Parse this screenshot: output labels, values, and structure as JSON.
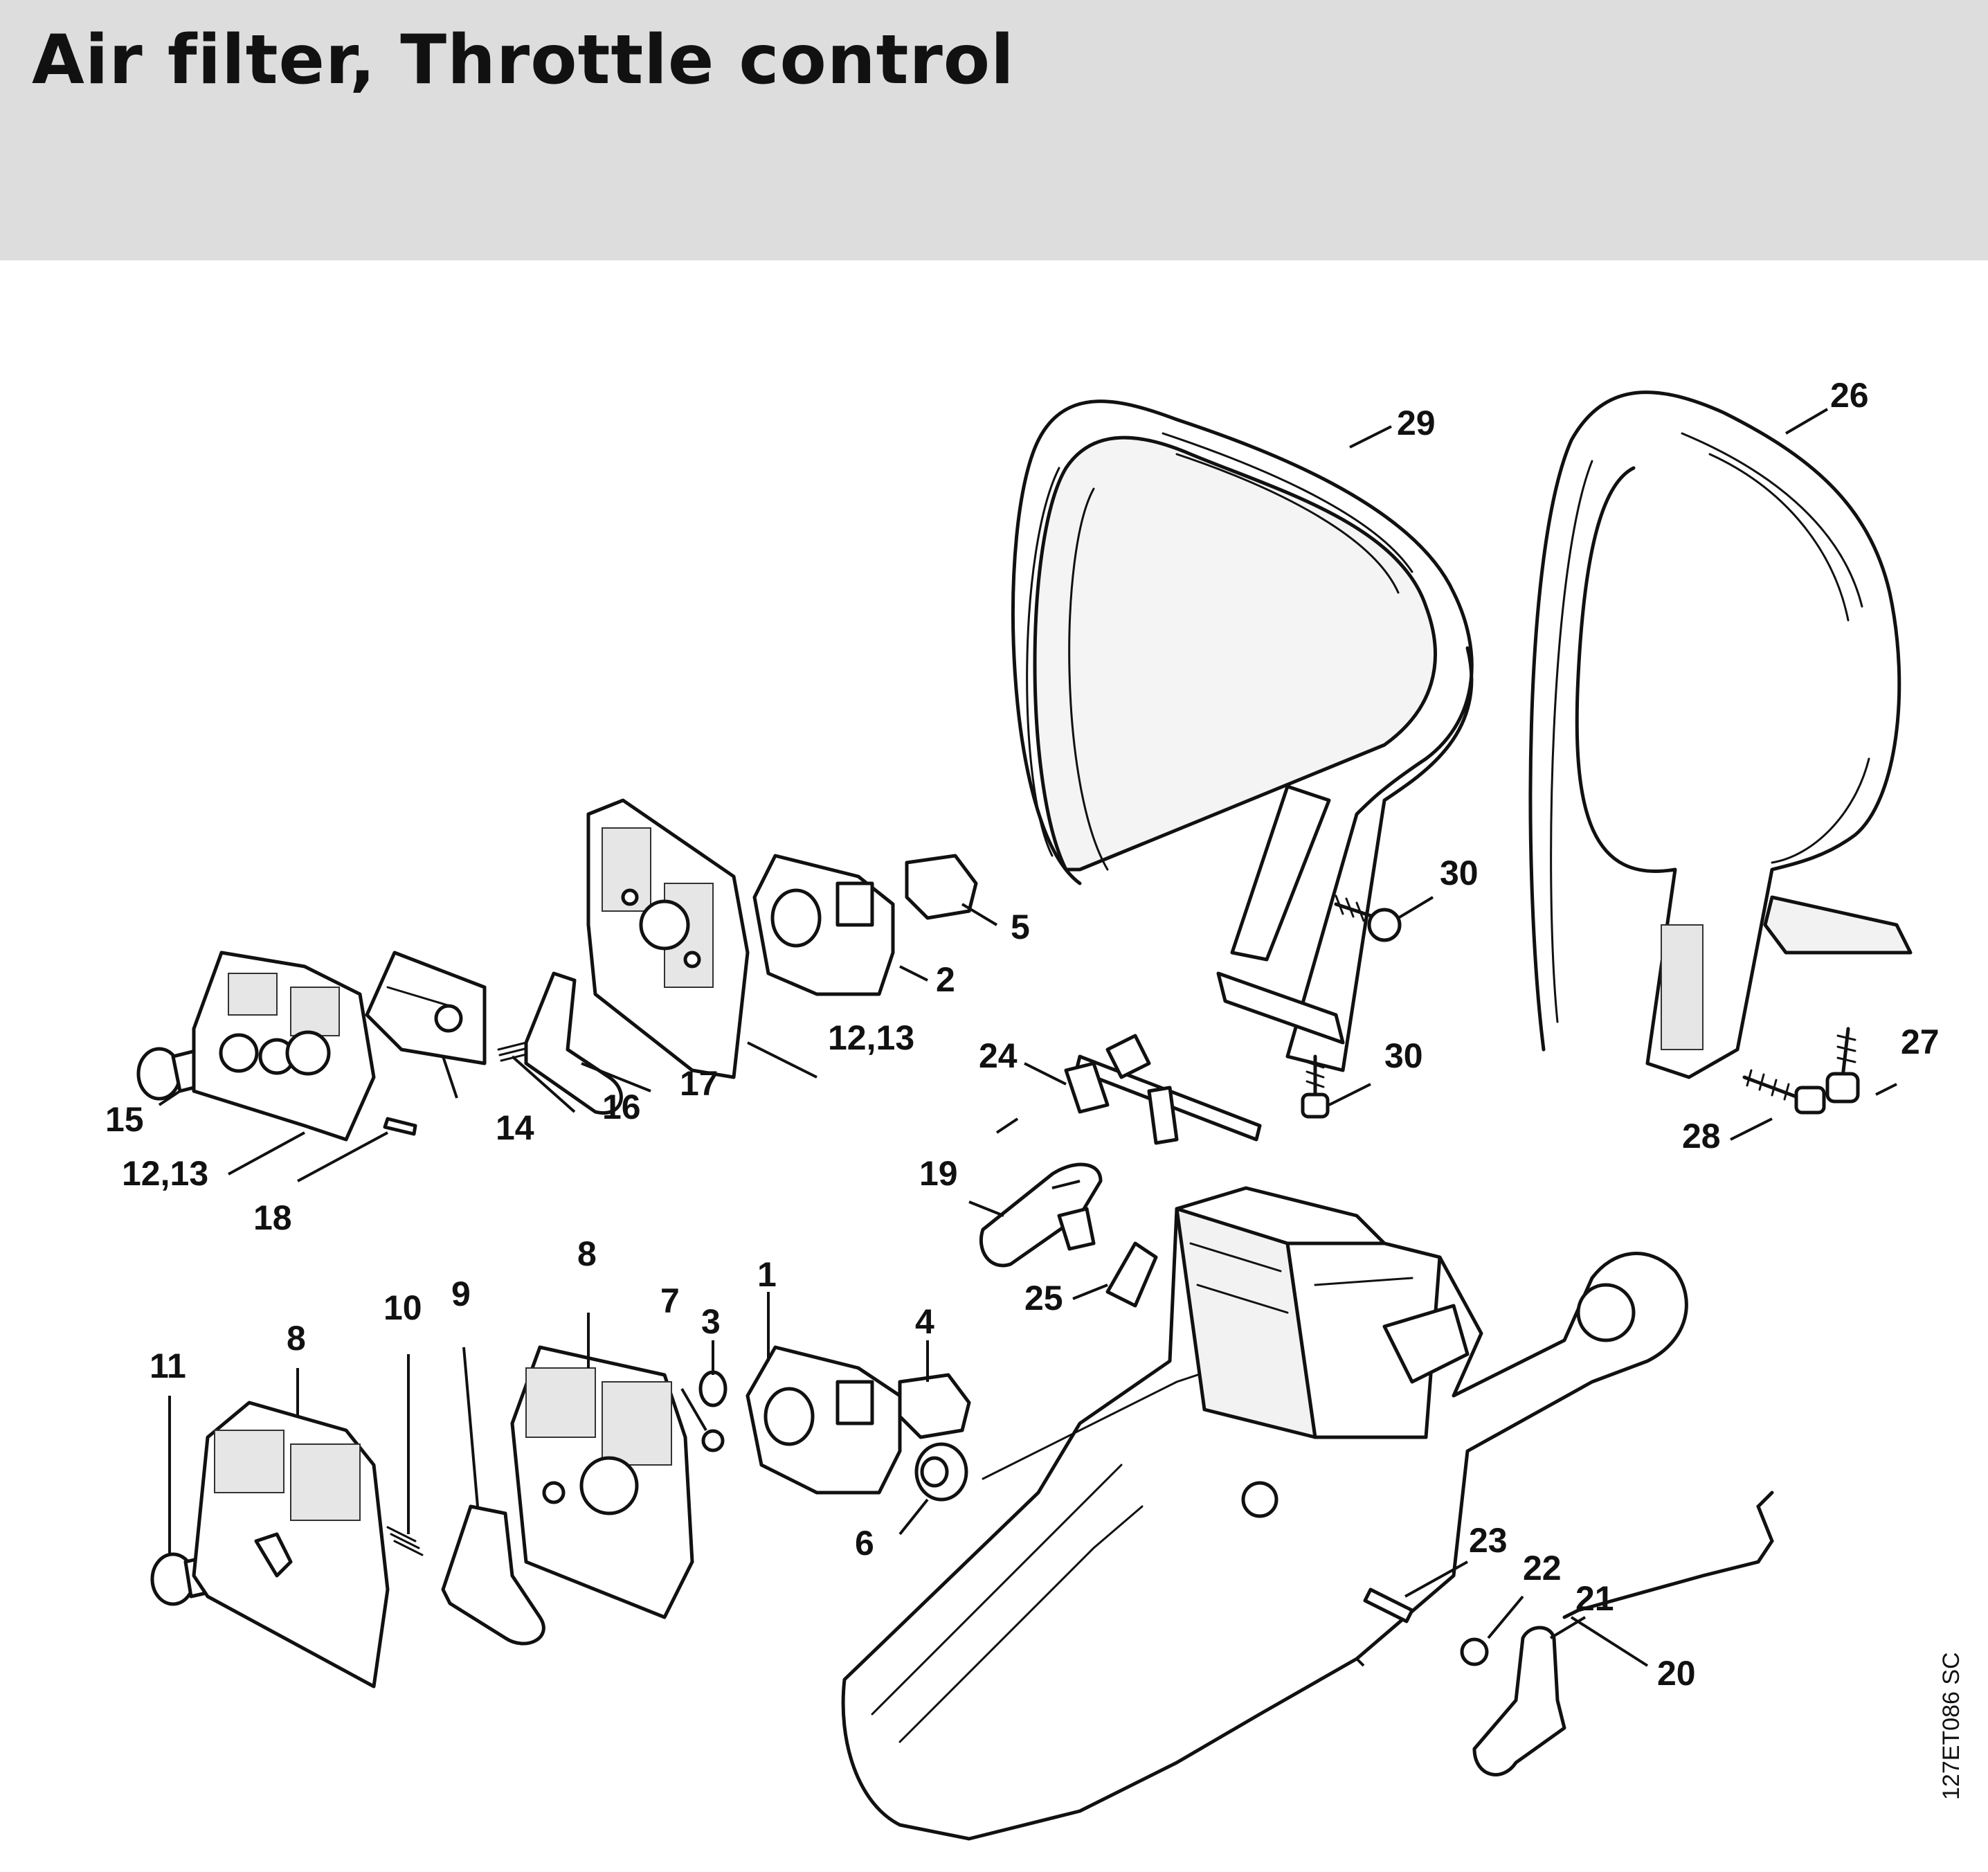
{
  "header": {
    "title": "Air filter, Throttle control"
  },
  "figure_code": "127ET086 SC",
  "callouts": [
    "1",
    "2",
    "3",
    "4",
    "5",
    "6",
    "7",
    "8",
    "8",
    "9",
    "10",
    "11",
    "12,13",
    "12,13",
    "14",
    "15",
    "16",
    "17",
    "18",
    "19",
    "20",
    "21",
    "22",
    "23",
    "24",
    "25",
    "26",
    "27",
    "28",
    "29",
    "30",
    "30"
  ]
}
